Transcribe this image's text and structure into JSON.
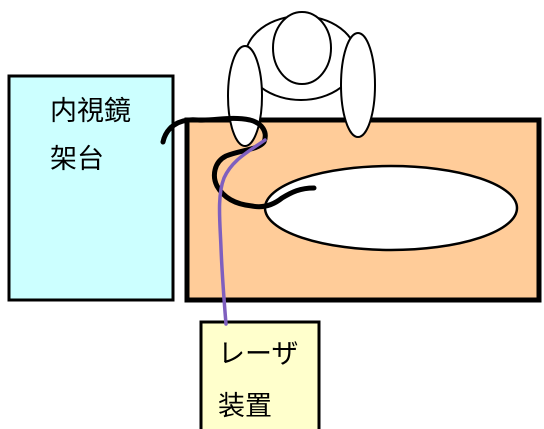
{
  "stand": {
    "line1": "内視鏡",
    "line2": "架台",
    "fill": "#CCFFFF"
  },
  "laser": {
    "line1": "レーザ",
    "line2": "装置",
    "fill": "#FFFFCC"
  },
  "table": {
    "fill": "#FFCC99"
  },
  "colors": {
    "outline": "#000000",
    "fiber": "#7F5FBF"
  }
}
